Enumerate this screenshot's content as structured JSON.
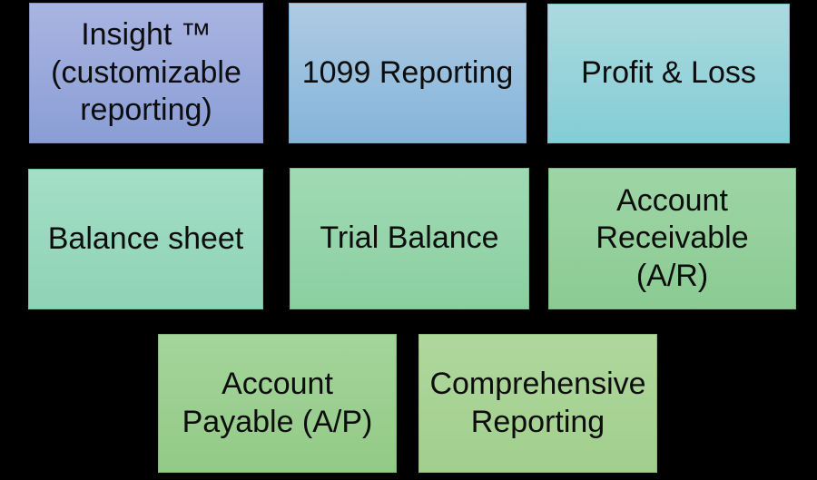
{
  "canvas": {
    "background_color": "#000000",
    "text_color": "#0d0d0d"
  },
  "boxes": [
    {
      "id": "insight",
      "label": "Insight ™\n(customizable\nreporting)",
      "gradient_top": "#a9b4e2",
      "gradient_bottom": "#8a9ed5",
      "border_color": "#7e8fc0"
    },
    {
      "id": "1099-reporting",
      "label": "1099 Reporting",
      "gradient_top": "#aecbe3",
      "gradient_bottom": "#85b4d9",
      "border_color": "#77a9cf"
    },
    {
      "id": "profit-loss",
      "label": "Profit & Loss",
      "gradient_top": "#abdadf",
      "gradient_bottom": "#84cdd5",
      "border_color": "#74bfc8"
    },
    {
      "id": "balance-sheet",
      "label": "Balance sheet",
      "gradient_top": "#a4dec7",
      "gradient_bottom": "#8ed3b6",
      "border_color": "#7ac4a6"
    },
    {
      "id": "trial-balance",
      "label": "Trial Balance",
      "gradient_top": "#a0dab4",
      "gradient_bottom": "#8bcfa0",
      "border_color": "#77bd8e"
    },
    {
      "id": "account-receivable",
      "label": "Account\nReceivable\n(A/R)",
      "gradient_top": "#9ed5a6",
      "gradient_bottom": "#8bcb93",
      "border_color": "#78b980"
    },
    {
      "id": "account-payable",
      "label": "Account\nPayable (A/P)",
      "gradient_top": "#a4d49b",
      "gradient_bottom": "#93ca87",
      "border_color": "#80b974"
    },
    {
      "id": "comprehensive",
      "label": "Comprehensive\nReporting",
      "gradient_top": "#b0d79e",
      "gradient_bottom": "#a1cf8d",
      "border_color": "#8ebd7a"
    }
  ]
}
